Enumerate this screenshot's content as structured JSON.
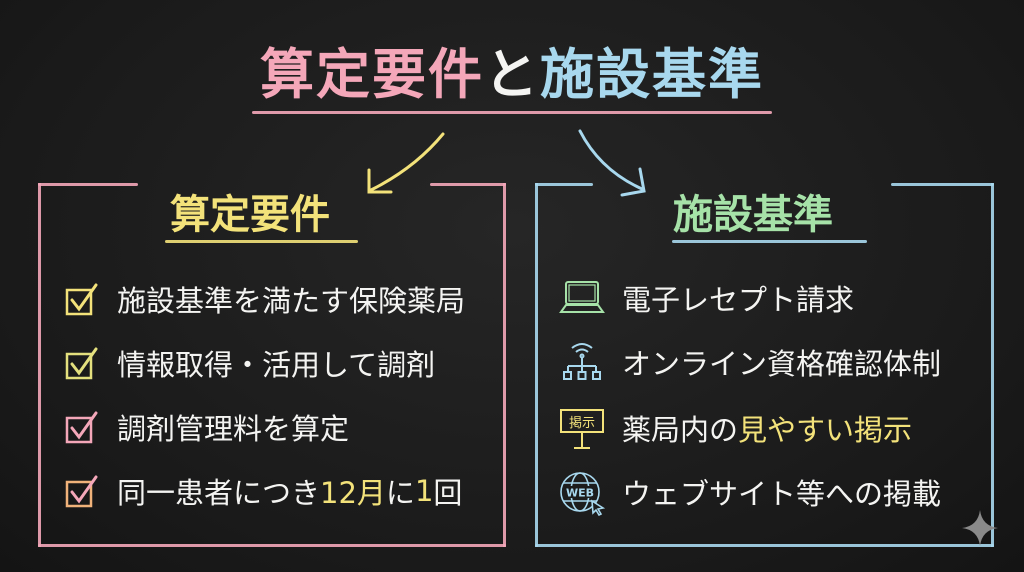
{
  "title": {
    "part1": "算定要件",
    "connector": "と",
    "part2": "施設基準"
  },
  "left": {
    "heading": "算定要件",
    "items": [
      {
        "text": "施設基準を満たす保険薬局",
        "icon": "checkbox-icon"
      },
      {
        "text": "情報取得・活用して調剤",
        "icon": "checkbox-icon"
      },
      {
        "text": "調剤管理料を算定",
        "icon": "checkbox-icon"
      },
      {
        "text_a": "同一患者につき",
        "text_b": "12月",
        "text_c": "に",
        "text_d": "1",
        "text_e": "回",
        "icon": "checkbox-icon"
      }
    ]
  },
  "right": {
    "heading": "施設基準",
    "items": [
      {
        "text": "電子レセプト請求",
        "icon": "laptop-icon"
      },
      {
        "text": "オンライン資格確認体制",
        "icon": "network-icon"
      },
      {
        "text_a": "薬局内の",
        "text_b": "見やすい掲示",
        "icon": "signboard-icon",
        "icon_label": "掲示"
      },
      {
        "text": "ウェブサイト等への掲載",
        "icon": "web-globe-icon",
        "icon_label": "WEB"
      }
    ]
  },
  "colors": {
    "pink": "#f4a7b9",
    "blue": "#a8d8ee",
    "yellow": "#f3e27a",
    "green": "#a6e2a8",
    "board": "#1c1c1c"
  }
}
